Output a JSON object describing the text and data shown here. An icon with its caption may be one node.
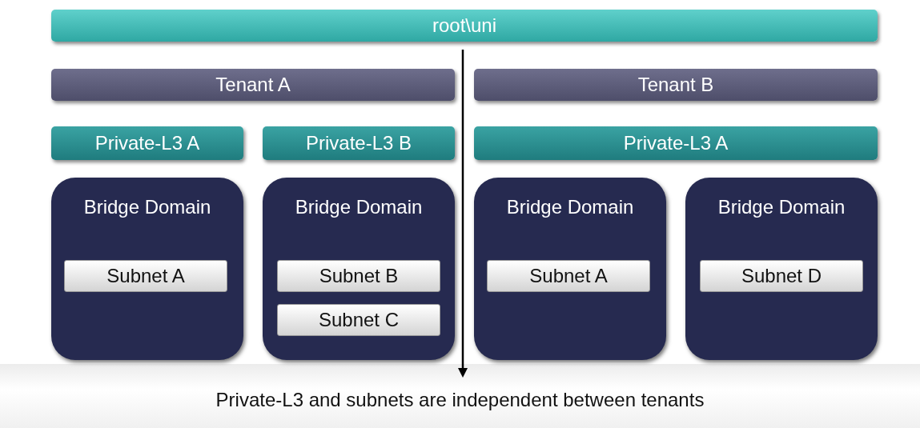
{
  "diagram": {
    "caption": "Private-L3 and subnets are independent between tenants",
    "nodes": [
      {
        "text": [
          "root\\uni"
        ]
      },
      {
        "text": [
          "Tenant A"
        ]
      },
      {
        "text": [
          "Tenant B"
        ]
      },
      {
        "text": [
          "Private-L3 A"
        ]
      },
      {
        "text": [
          "Private-L3 B"
        ]
      },
      {
        "text": [
          "Private-L3 A"
        ]
      },
      {
        "text": [
          "Bridge Domain"
        ]
      },
      {
        "text": [
          "Subnet A"
        ],
        "in": 6
      },
      {
        "text": [
          "Bridge Domain"
        ]
      },
      {
        "text": [
          "Subnet B"
        ],
        "in": 8
      },
      {
        "text": [
          "Subnet C"
        ],
        "in": 8
      },
      {
        "text": [
          "Bridge Domain"
        ]
      },
      {
        "text": [
          "Subnet A"
        ],
        "in": 11
      },
      {
        "text": [
          "Bridge Domain"
        ]
      },
      {
        "text": [
          "Subnet D"
        ],
        "in": 13
      }
    ]
  }
}
